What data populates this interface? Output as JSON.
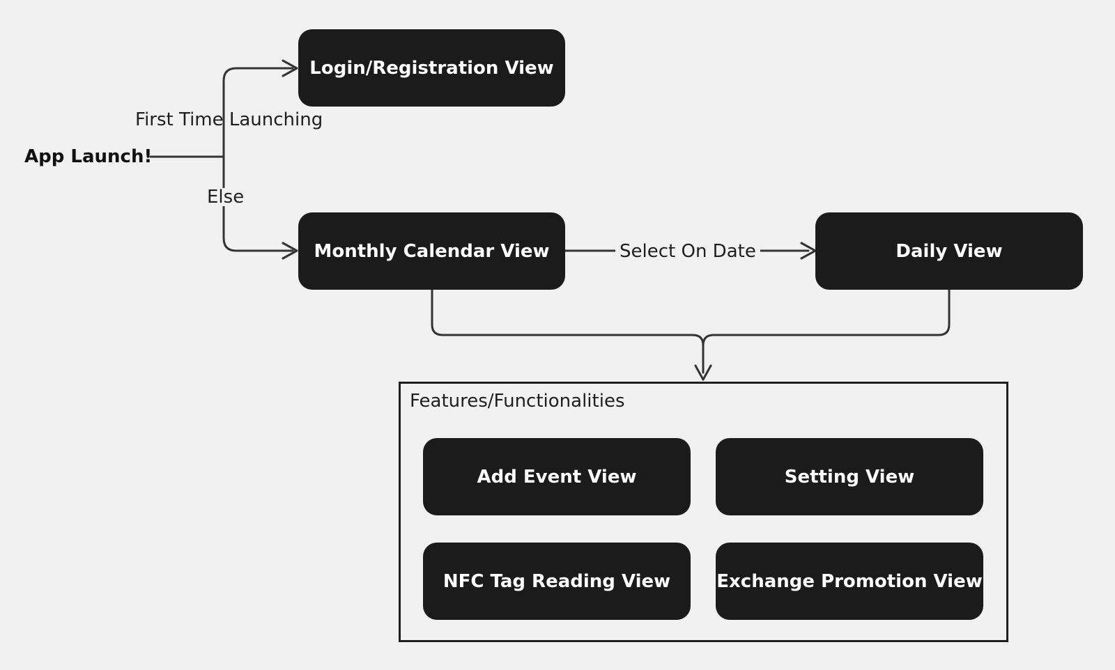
{
  "start": {
    "label": "App Launch!"
  },
  "nodes": {
    "login": "Login/Registration View",
    "monthly": "Monthly Calendar View",
    "daily": "Daily View",
    "add_event": "Add Event View",
    "setting": "Setting View",
    "nfc": "NFC Tag Reading View",
    "exchange": "Exchange Promotion View"
  },
  "edges": {
    "first_time": "First Time Launching",
    "else": "Else",
    "select_date": "Select On Date"
  },
  "group": {
    "title": "Features/Functionalities"
  },
  "colors": {
    "background": "#f1f1f1",
    "node_fill": "#1b1b1b",
    "node_text": "#ffffff",
    "line": "#333333"
  }
}
